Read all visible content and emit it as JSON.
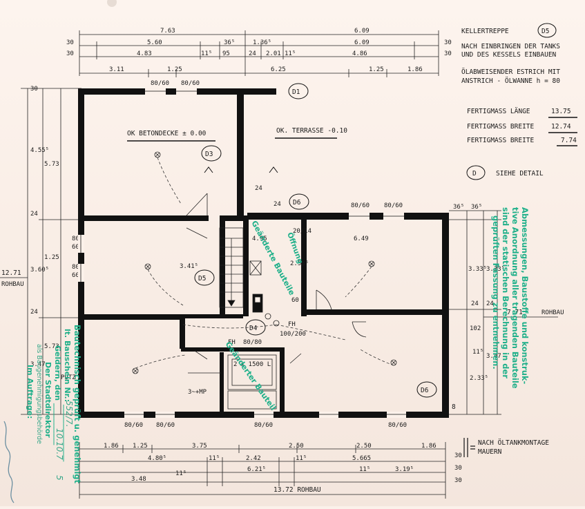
{
  "legend": {
    "kellertreppe": "KELLERTREPPE",
    "kellertreppe_code": "D5",
    "note_line1": "NACH EINBRINGEN DER TANKS",
    "note_line2": "UND DES KESSELS EINBAUEN",
    "estrich_line1": "ÖLABWEISENDER ESTRICH MIT",
    "estrich_line2": "ANSTRICH - ÖLWANNE h = 80",
    "fm_laenge_label": "FERTIGMASS LÄNGE",
    "fm_laenge_value": "13.75",
    "fm_breite1_label": "FERTIGMASS BREITE",
    "fm_breite1_value": "12.74",
    "fm_breite2_label": "FERTIGMASS BREITE",
    "fm_breite2_value": "7.74",
    "detail_code": "D",
    "detail_text": "SIEHE DETAIL",
    "tank_line1": "NACH ÖLTANKMONTAGE",
    "tank_line2": "MAUERN"
  },
  "labels": {
    "ok_betondecke": "OK BETONDECKE  ± 0.00",
    "ok_terrasse": "OK. TERRASSE  -0.10",
    "d1": "D1",
    "d3": "D3",
    "d4": "D4",
    "d5": "D5",
    "d6_top": "D6",
    "d6_bottom": "D6",
    "rohbau_left_val": "12.71",
    "rohbau_left": "ROHBAU",
    "rohbau_right_val": "7.71",
    "rohbau_right": "ROHBAU",
    "rohbau_bottom": "13.72  ROHBAU",
    "fh1": "FH",
    "fh2": "FH",
    "fh_size": "80/80",
    "fh_size2": "100/200",
    "putz": "PUTZ",
    "tank": "2 x 1500 L",
    "mp": "3~+MP",
    "oeffnung": "Öffnung",
    "oeffnung_dim": "20/14",
    "eight": "8"
  },
  "dims_top": {
    "r1a": "7.63",
    "r1b": "6.09",
    "r2_30a": "30",
    "r2a": "5.60",
    "r2b": "36⁵",
    "r2c": "1.36⁵",
    "r2d": "6.09",
    "r2_30b": "30",
    "r3_30a": "30",
    "r3a": "4.83",
    "r3b": "11⁵",
    "r3c": "95",
    "r3d": "24",
    "r3e": "2.01",
    "r3f": "11⁵",
    "r3g": "4.86",
    "r3_30b": "30",
    "r4a": "3.11",
    "r4b": "1.25",
    "r4c": "6.25",
    "r4d": "1.25",
    "r4e": "1.86",
    "w1": "80/60",
    "w2": "80/60",
    "w3": "80/60",
    "w4": "80/60"
  },
  "dims_left": {
    "a": "30",
    "b": "4.55⁵",
    "c": "5.73",
    "d": "24",
    "e": "80",
    "f": "60",
    "g": "1.25",
    "h": "3.60⁵",
    "i": "80",
    "j": "60",
    "k": "24",
    "l": "5.73",
    "m": "3.47"
  },
  "dims_right": {
    "a": "36⁵",
    "b": "36⁵",
    "c": "3.33⁵",
    "d": "3.33⁵",
    "e": "24",
    "f": "24",
    "g": "102",
    "h": "11⁵",
    "i": "3.47",
    "j": "2.33⁵"
  },
  "dims_inner": {
    "a": "4.95",
    "b": "2.53⁵",
    "c": "6.49",
    "d": "3.41⁵",
    "e": "60",
    "f": "24",
    "g": "24"
  },
  "dims_bottom": {
    "w1": "80/60",
    "w2": "80/60",
    "w3": "80/60",
    "w4": "80/60",
    "r1a": "1.86",
    "r1b": "1.25",
    "r1c": "3.75",
    "r1d": "2.50",
    "r1e": "2.50",
    "r1f": "1.86",
    "r2a": "4.80⁵",
    "r2b": "11⁵",
    "r2c": "2.42",
    "r2d": "11⁵",
    "r2e": "5.665",
    "r2_30": "30",
    "r3a": "6.21⁵",
    "r3_30": "30",
    "r4a": "3.48",
    "r4b": "11⁵",
    "r4c": "11⁵",
    "r4d": "3.19⁵",
    "r4_30": "30"
  },
  "stamps": {
    "right_1": "Abmessungen, Baustoffe und konstruk-",
    "right_2": "tive Anordnung aller tragenden Bauteile",
    "right_3": "sind der statischen Berechnung in der",
    "right_4": "geprüften Fassung zu entnehmen.",
    "center_1": "Geänderte Bauteile",
    "center_2": "Geänderter Bauteil",
    "bottom_1": "Bautechnisch geprüft u. genehmigt",
    "bottom_2": "lt. Bauschein Nr.: _______________",
    "bottom_3": "Geldern, den ___________",
    "bottom_4": "Der Stadtdirektor",
    "bottom_5": "als Baugenehmigungsbehörde",
    "bottom_6": "Im Auftrage:",
    "hw_nr": "552/7.",
    "hw_date": "10.10.7",
    "hw_year": "5"
  },
  "colors": {
    "paper": "#fbf1ea",
    "ink": "#111111",
    "stamp": "#20b08a"
  }
}
